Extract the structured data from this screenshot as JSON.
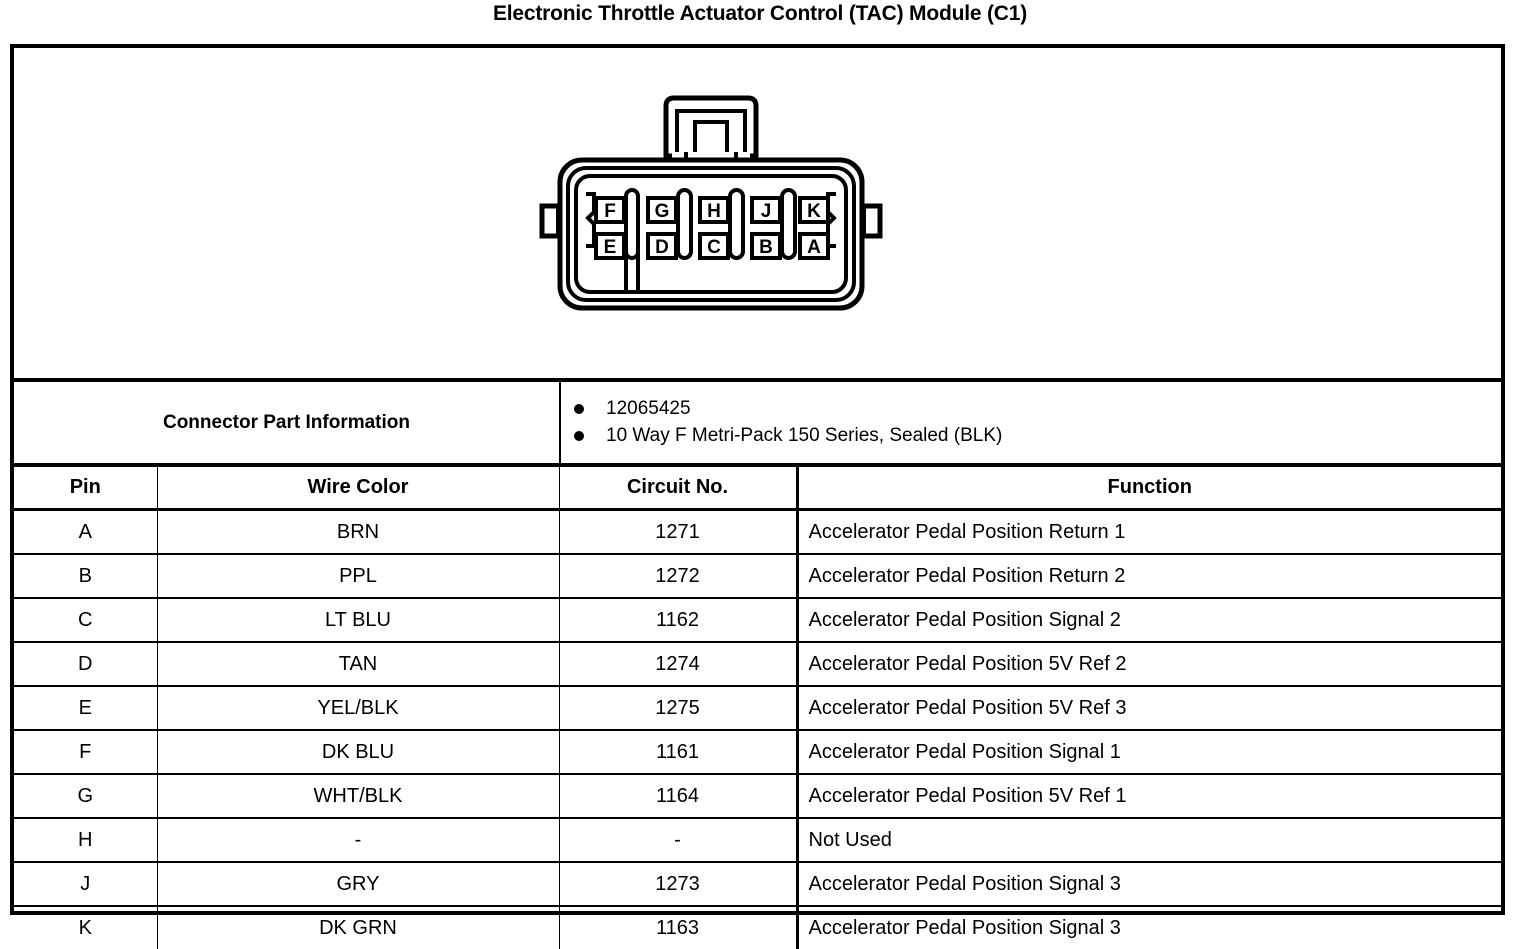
{
  "title": "Electronic Throttle Actuator Control (TAC) Module (C1)",
  "connector": {
    "type": "10-way-female-metri-pack-connector",
    "top_row_labels": [
      "F",
      "G",
      "H",
      "J",
      "K"
    ],
    "bottom_row_labels": [
      "E",
      "D",
      "C",
      "B",
      "A"
    ],
    "outline_color": "#000000",
    "fill_color": "#ffffff"
  },
  "part_info": {
    "label": "Connector Part Information",
    "items": [
      "12065425",
      "10 Way F Metri-Pack 150 Series, Sealed (BLK)"
    ]
  },
  "pin_table": {
    "headers": [
      "Pin",
      "Wire Color",
      "Circuit No.",
      "Function"
    ],
    "rows": [
      {
        "pin": "A",
        "wire_color": "BRN",
        "circuit": "1271",
        "function": "Accelerator Pedal Position Return 1"
      },
      {
        "pin": "B",
        "wire_color": "PPL",
        "circuit": "1272",
        "function": "Accelerator Pedal Position Return 2"
      },
      {
        "pin": "C",
        "wire_color": "LT BLU",
        "circuit": "1162",
        "function": "Accelerator Pedal Position Signal 2"
      },
      {
        "pin": "D",
        "wire_color": "TAN",
        "circuit": "1274",
        "function": "Accelerator Pedal Position 5V Ref 2"
      },
      {
        "pin": "E",
        "wire_color": "YEL/BLK",
        "circuit": "1275",
        "function": "Accelerator Pedal Position 5V Ref 3"
      },
      {
        "pin": "F",
        "wire_color": "DK BLU",
        "circuit": "1161",
        "function": "Accelerator Pedal Position Signal 1"
      },
      {
        "pin": "G",
        "wire_color": "WHT/BLK",
        "circuit": "1164",
        "function": "Accelerator Pedal Position 5V Ref 1"
      },
      {
        "pin": "H",
        "wire_color": "-",
        "circuit": "-",
        "function": "Not Used"
      },
      {
        "pin": "J",
        "wire_color": "GRY",
        "circuit": "1273",
        "function": "Accelerator Pedal Position Signal 3"
      },
      {
        "pin": "K",
        "wire_color": "DK GRN",
        "circuit": "1163",
        "function": "Accelerator Pedal Position Signal 3"
      }
    ]
  }
}
